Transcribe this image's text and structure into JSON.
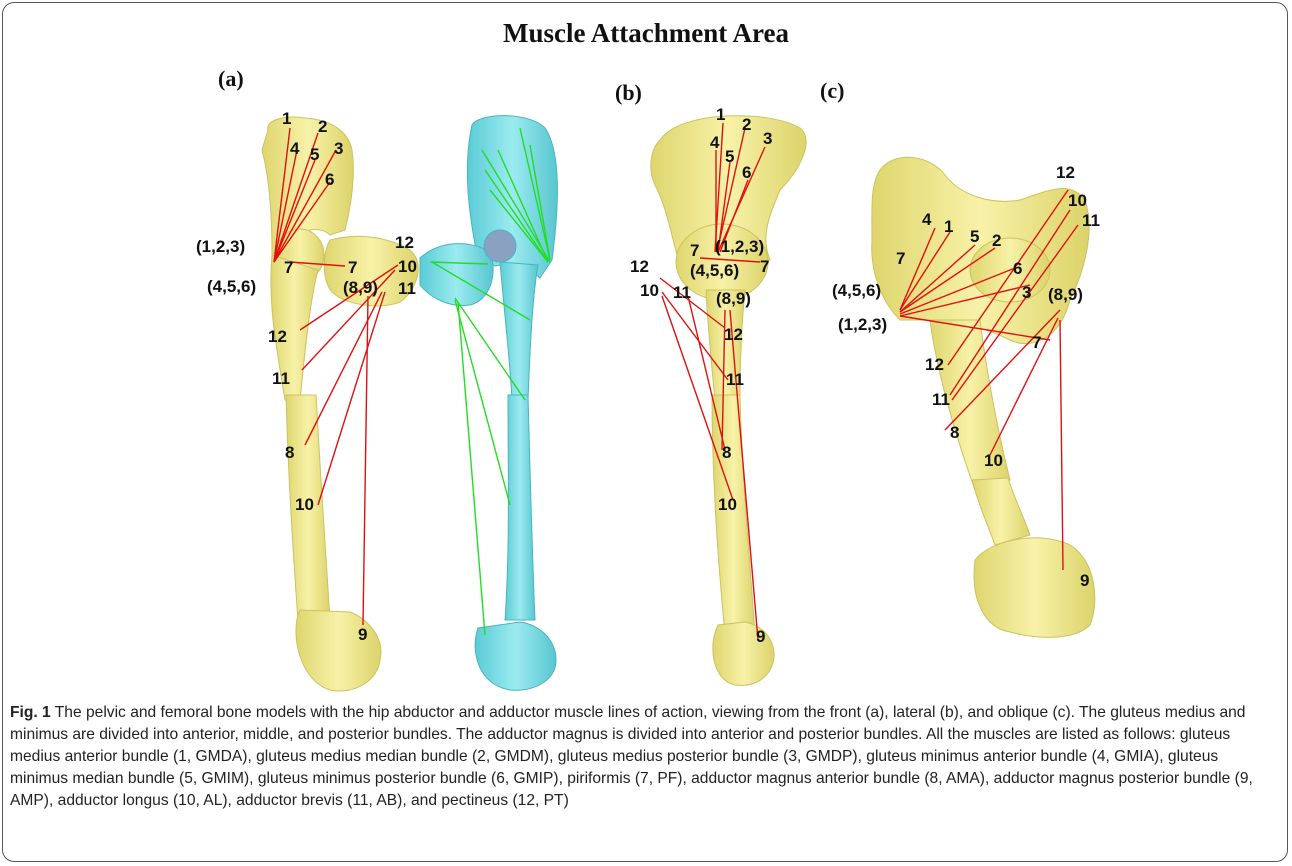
{
  "title": "Muscle Attachment Area",
  "panels": {
    "a": "(a)",
    "b": "(b)",
    "c": "(c)"
  },
  "colors": {
    "bone": "#f3ec7a",
    "bone_edge": "#c9bf4a",
    "cyan_bone": "#6fdde6",
    "red_line": "#e01010",
    "green_line": "#22dd22"
  },
  "labels": {
    "a": [
      "1",
      "2",
      "3",
      "4",
      "5",
      "6",
      "(1,2,3)",
      "7",
      "7",
      "(4,5,6)",
      "12",
      "10",
      "(8,9)",
      "11",
      "12",
      "11",
      "8",
      "10",
      "9"
    ],
    "b": [
      "1",
      "2",
      "3",
      "4",
      "5",
      "6",
      "7",
      "(1,2,3)",
      "7",
      "(4,5,6)",
      "12",
      "10",
      "11",
      "(8,9)",
      "12",
      "11",
      "8",
      "10",
      "9"
    ],
    "c": [
      "12",
      "10",
      "11",
      "4",
      "1",
      "5",
      "2",
      "7",
      "6",
      "3",
      "(4,5,6)",
      "(8,9)",
      "(1,2,3)",
      "7",
      "12",
      "11",
      "8",
      "10",
      "9"
    ]
  },
  "caption": {
    "fig": "Fig. 1",
    "text": " The pelvic and femoral bone models with the hip abductor and adductor muscle lines of action, viewing from the front (a), lateral (b), and oblique (c). The gluteus medius and minimus are divided into anterior, middle, and posterior bundles. The adductor magnus is divided into anterior and posterior bundles. All the muscles are listed as follows: gluteus medius anterior bundle (1, GMDA), gluteus medius median bundle (2, GMDM), gluteus medius posterior bundle (3, GMDP), gluteus minimus anterior bundle (4, GMIA), gluteus minimus median bundle (5, GMIM), gluteus minimus posterior bundle (6, GMIP), piriformis (7, PF), adductor magnus anterior bundle (8, AMA), adductor magnus posterior bundle (9, AMP), adductor longus (10, AL), adductor brevis (11, AB), and pectineus (12, PT)"
  }
}
